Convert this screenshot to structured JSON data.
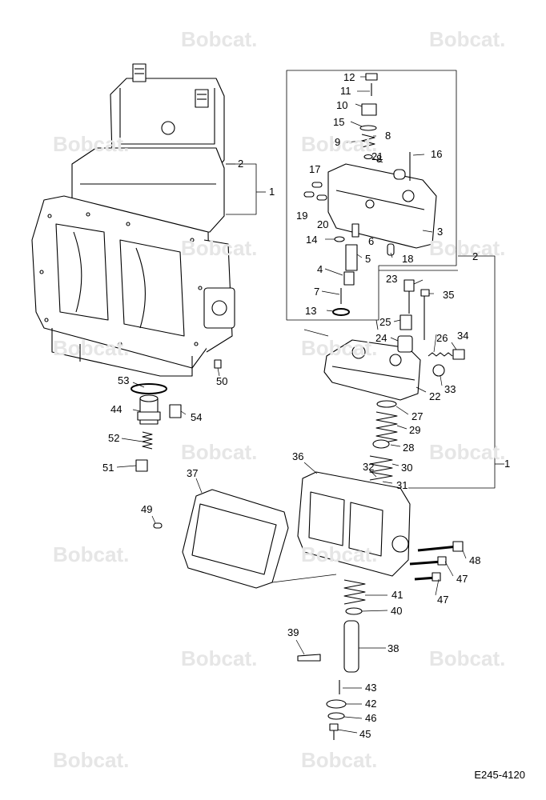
{
  "watermark": {
    "text": "Bobcat."
  },
  "figure_id": "E245-4120",
  "callouts": [
    "1",
    "2",
    "3",
    "4",
    "5",
    "6",
    "7",
    "8",
    "8",
    "9",
    "10",
    "11",
    "12",
    "13",
    "14",
    "15",
    "16",
    "17",
    "18",
    "19",
    "20",
    "21",
    "1",
    "2",
    "22",
    "23",
    "24",
    "25",
    "26",
    "27",
    "28",
    "29",
    "30",
    "31",
    "32",
    "33",
    "34",
    "35",
    "36",
    "37",
    "38",
    "39",
    "40",
    "41",
    "42",
    "43",
    "44",
    "45",
    "46",
    "47",
    "47",
    "48",
    "49",
    "50",
    "51",
    "52",
    "53",
    "54"
  ]
}
